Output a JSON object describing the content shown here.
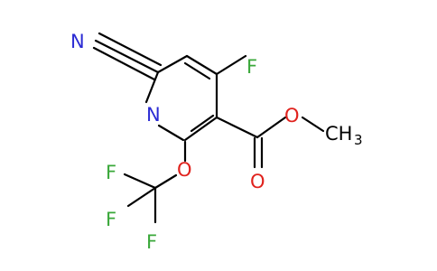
{
  "atoms": [
    {
      "id": "N_ring",
      "symbol": "N",
      "color": "#2b2bd4"
    },
    {
      "id": "N_nitrile",
      "symbol": "N",
      "color": "#2b2bd4"
    },
    {
      "id": "F_ring",
      "symbol": "F",
      "color": "#3aa83a"
    },
    {
      "id": "O_ester_single",
      "symbol": "O",
      "color": "#e0221d"
    },
    {
      "id": "C_methyl",
      "symbol": "CH",
      "color": "#000000"
    },
    {
      "id": "methyl_subscript",
      "symbol": "3",
      "color": "#000000"
    },
    {
      "id": "O_carbonyl",
      "symbol": "O",
      "color": "#e0221d"
    },
    {
      "id": "O_ether",
      "symbol": "O",
      "color": "#e0221d"
    },
    {
      "id": "F_cf3_1",
      "symbol": "F",
      "color": "#3aa83a"
    },
    {
      "id": "F_cf3_2",
      "symbol": "F",
      "color": "#3aa83a"
    },
    {
      "id": "F_cf3_3",
      "symbol": "F",
      "color": "#3aa83a"
    }
  ]
}
